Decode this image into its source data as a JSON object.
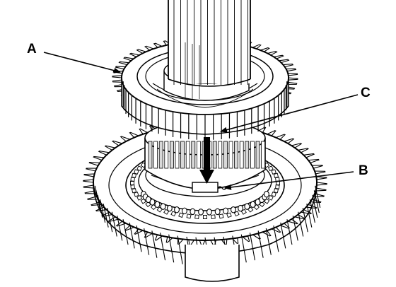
{
  "callouts": {
    "a": "A",
    "b": "B",
    "c": "C"
  },
  "colors": {
    "ink": "#000000",
    "paper": "#ffffff",
    "shade": "#d9d9d9"
  },
  "icons": {
    "alignment-arrow": "down-arrow",
    "leader-lines": "arrow"
  }
}
